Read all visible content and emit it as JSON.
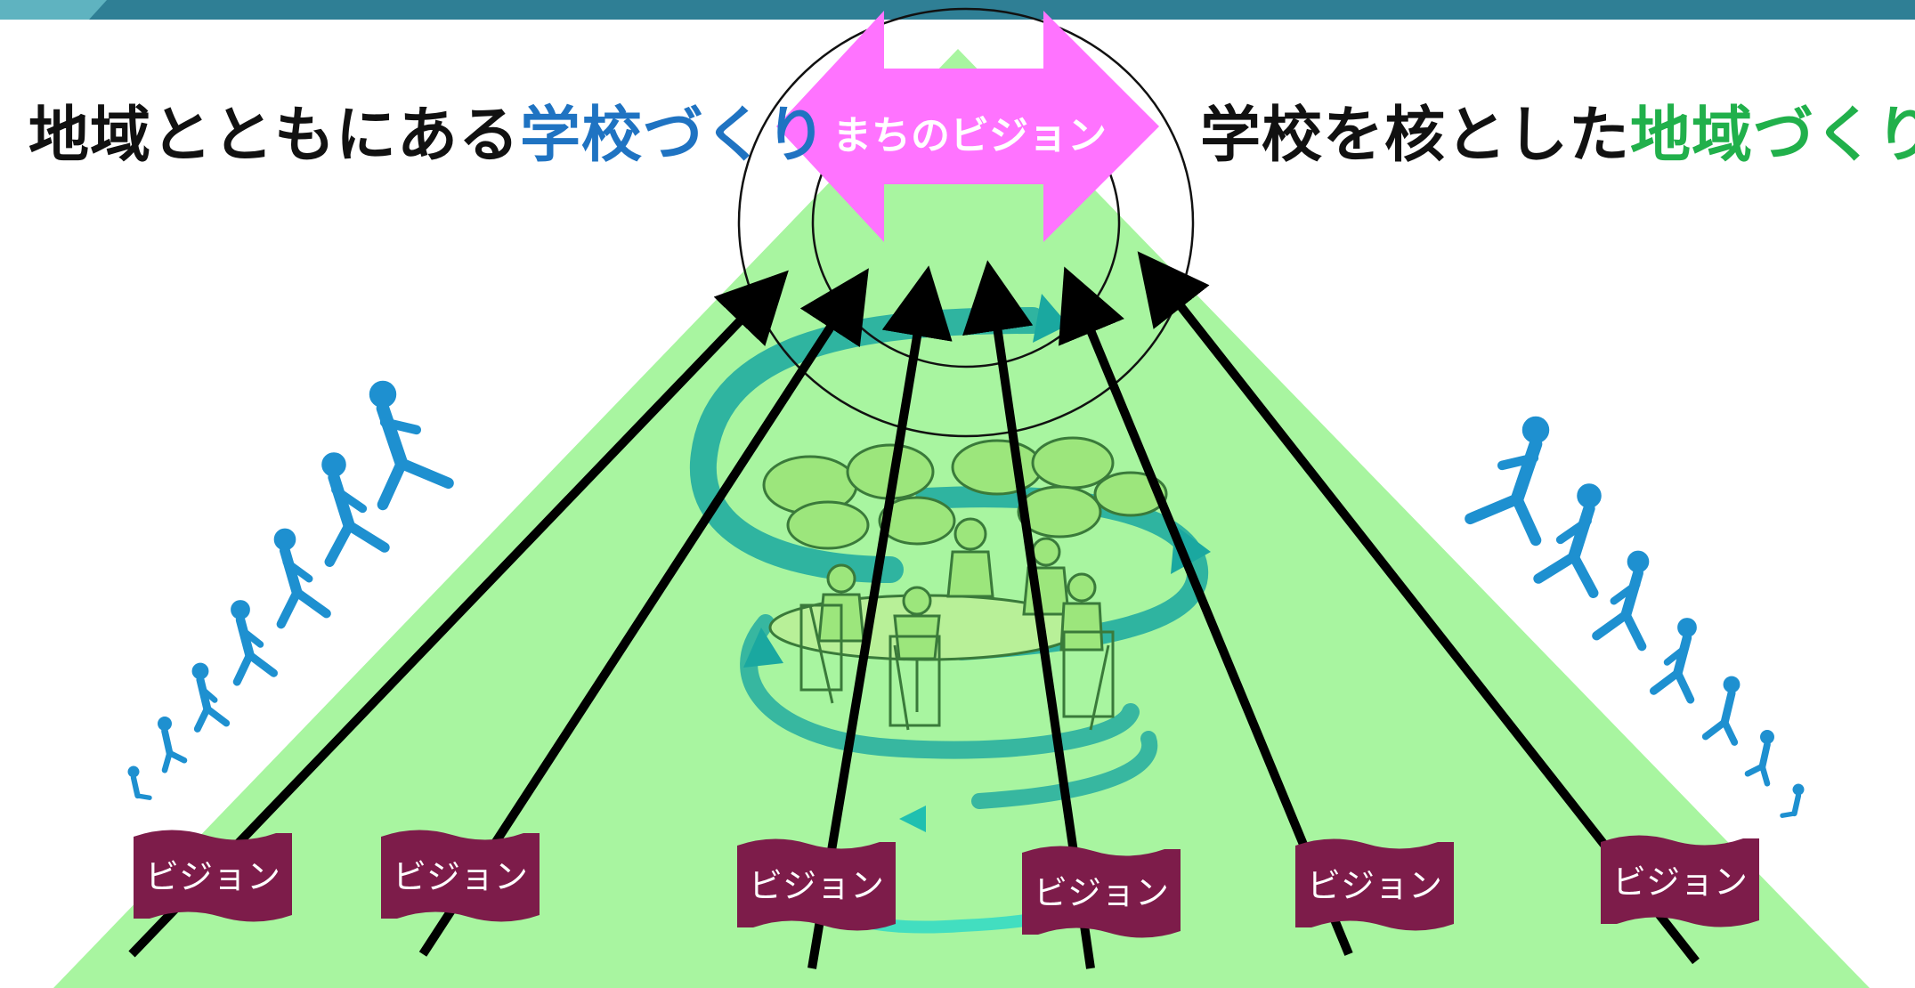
{
  "header": {
    "left_black": "地域とともにある",
    "left_accent": "学校づくり",
    "right_black": "学校を核とした",
    "right_accent": "地域づくり"
  },
  "center": {
    "label": "まちのビジョン"
  },
  "flags": [
    {
      "label": "ビジョン"
    },
    {
      "label": "ビジョン"
    },
    {
      "label": "ビジョン"
    },
    {
      "label": "ビジョン"
    },
    {
      "label": "ビジョン"
    },
    {
      "label": "ビジョン"
    }
  ],
  "colors": {
    "top_band": "#2f7f95",
    "pyramid": "#a8f5a0",
    "arrow_pink": "#ff73ff",
    "flag": "#7d1c4a",
    "teal": "#1aa8a0",
    "figure": "#1e90d0",
    "blue_text": "#1f73c2",
    "green_text": "#21b04b"
  },
  "icons": [
    "walking-people-icon",
    "discussion-group-icon",
    "cycle-arrows-icon",
    "double-arrow-icon"
  ]
}
